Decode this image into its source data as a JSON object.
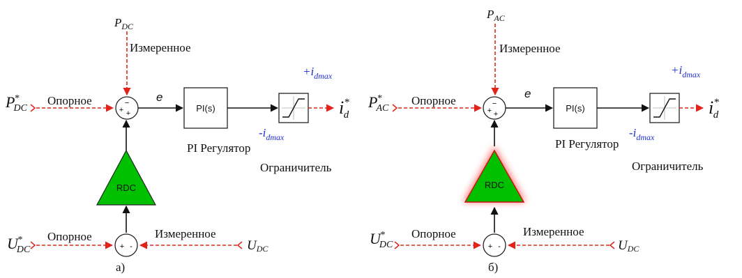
{
  "colors": {
    "signal_red": "#e2231a",
    "limit_blue": "#1f2fd6",
    "gain_green": "#00c000",
    "glow_red": "#ff4a4a"
  },
  "icons": [
    "summing-junction-icon",
    "saturation-icon",
    "arrowhead-icon",
    "open-arrow-icon"
  ],
  "diagram_a": {
    "caption": "а)",
    "power_ref": {
      "sym": "P",
      "sup": "*",
      "sub": "DC"
    },
    "power_meas": {
      "sym": "P",
      "sub": "DC"
    },
    "ref_label": "Опорное",
    "meas_label": "Измеренное",
    "error_label": "e",
    "pi_block": "PI(s)",
    "pi_label": "PI Регулятор",
    "limiter_label": "Ограничитель",
    "limit_upper": "+i",
    "limit_upper_sub": "dmax",
    "limit_lower": "-i",
    "limit_lower_sub": "dmax",
    "output": {
      "sym": "i",
      "sup": "*",
      "sub": "d"
    },
    "gain_block": "RDC",
    "voltage_ref": {
      "sym": "U",
      "sup": "*",
      "sub": "DC"
    },
    "voltage_ref_label": "Опорное",
    "voltage_meas_label": "Измеренное",
    "voltage_meas": {
      "sym": "U",
      "sub": "DC"
    },
    "sum_top_signs": [
      "+",
      "−",
      "+"
    ],
    "sum_bottom_signs": [
      "+",
      "-"
    ]
  },
  "diagram_b": {
    "caption": "б)",
    "power_ref": {
      "sym": "P",
      "sup": "*",
      "sub": "AC"
    },
    "power_meas": {
      "sym": "P",
      "sub": "AC"
    },
    "ref_label": "Опорное",
    "meas_label": "Измеренное",
    "error_label": "e",
    "pi_block": "PI(s)",
    "pi_label": "PI Регулятор",
    "limiter_label": "Ограничитель",
    "limit_upper": "+i",
    "limit_upper_sub": "dmax",
    "limit_lower": "-i",
    "limit_lower_sub": "dmax",
    "output": {
      "sym": "i",
      "sup": "*",
      "sub": "d"
    },
    "gain_block": "RDC",
    "voltage_ref": {
      "sym": "U",
      "sup": "*",
      "sub": "DC"
    },
    "voltage_ref_label": "Опорное",
    "voltage_meas_label": "Измеренное",
    "voltage_meas": {
      "sym": "U",
      "sub": "DC"
    },
    "sum_top_signs": [
      "−",
      "+",
      "+"
    ],
    "sum_bottom_signs": [
      "+",
      "-"
    ]
  }
}
